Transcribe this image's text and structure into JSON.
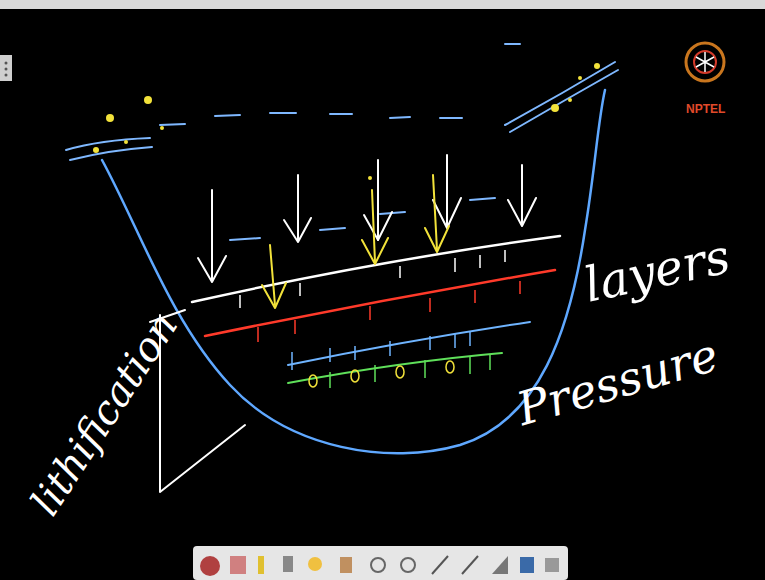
{
  "diagram": {
    "labels": [
      "layers",
      "Pressure",
      "lithification",
      "NPTEL"
    ]
  }
}
